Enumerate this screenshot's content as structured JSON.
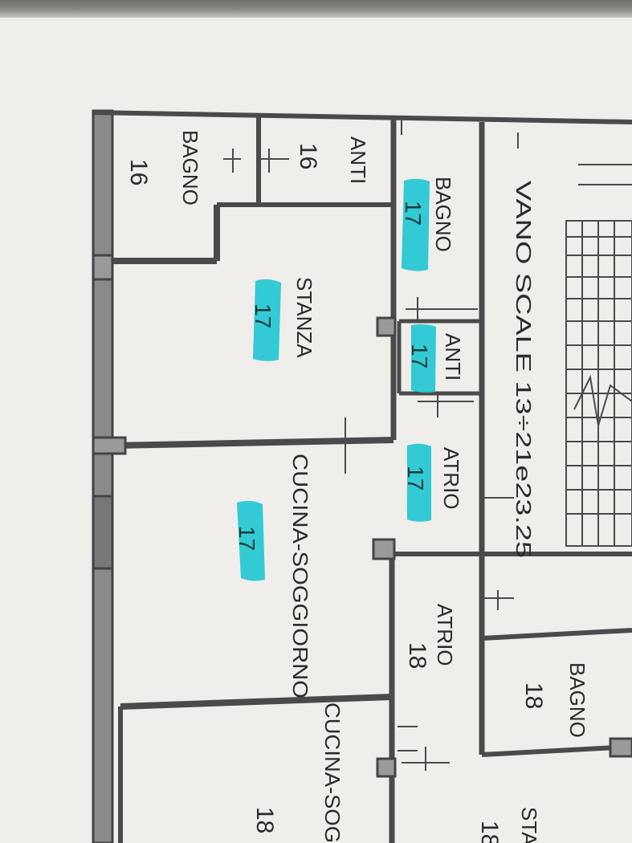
{
  "plan": {
    "rooms": [
      {
        "id": "bagno-16",
        "name": "BAGNO",
        "number": "16"
      },
      {
        "id": "anti-16",
        "name": "ANTI",
        "number": "16"
      },
      {
        "id": "bagno-17",
        "name": "BAGNO",
        "number": "17"
      },
      {
        "id": "stanza-17",
        "name": "STANZA",
        "number": "17"
      },
      {
        "id": "anti-17",
        "name": "ANTI",
        "number": "17"
      },
      {
        "id": "atrio-17",
        "name": "ATRIO",
        "number": "17"
      },
      {
        "id": "cucina-17",
        "name": "CUCINA-SOGGIORNO",
        "number": "17"
      },
      {
        "id": "atrio-18",
        "name": "ATRIO",
        "number": "18"
      },
      {
        "id": "bagno-18",
        "name": "BAGNO",
        "number": "18"
      },
      {
        "id": "cucina-18",
        "name": "CUCINA-SOG",
        "number": "18"
      },
      {
        "id": "stanza-18",
        "name": "STA",
        "number": "18"
      }
    ],
    "stair_label": "VANO SCALE 13÷21e23.25",
    "highlight_color": "#22c7d3"
  }
}
